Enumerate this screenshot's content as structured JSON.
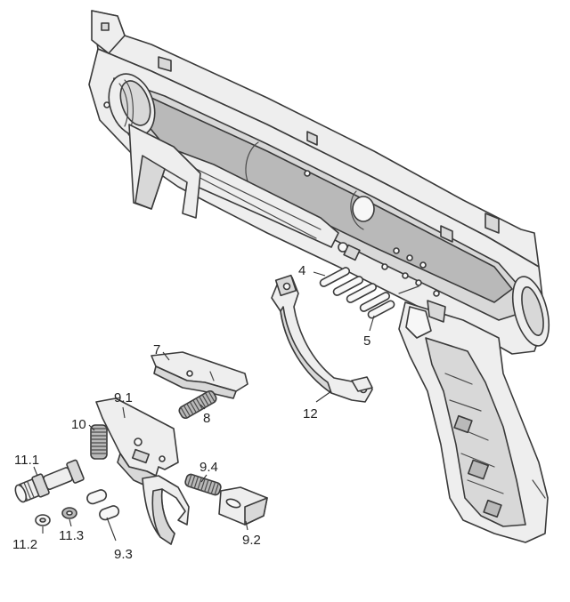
{
  "labels": {
    "l4": "4",
    "l5": "5",
    "l7": "7",
    "l8": "8",
    "l9_1": "9.1",
    "l9_2": "9.2",
    "l9_3": "9.3",
    "l9_4": "9.4",
    "l10": "10",
    "l11_1": "11.1",
    "l11_2": "11.2",
    "l11_3": "11.3",
    "l12": "12"
  },
  "colors": {
    "line": "#3a3a3a",
    "fill_light": "#eeeeee",
    "fill_mid": "#d8d8d8",
    "fill_dark": "#b9b9b9"
  }
}
